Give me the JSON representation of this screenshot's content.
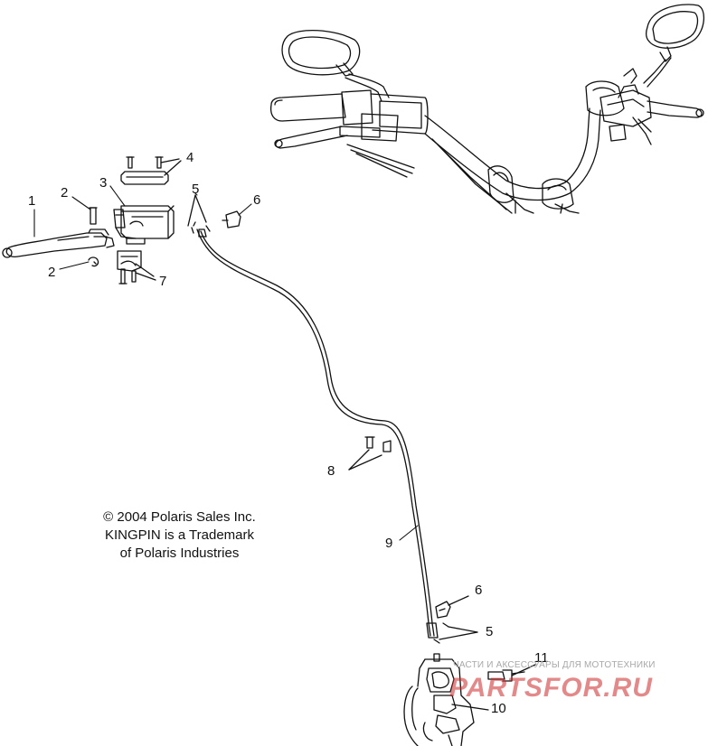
{
  "callouts": {
    "c1": "1",
    "c2a": "2",
    "c2b": "2",
    "c3": "3",
    "c4": "4",
    "c5a": "5",
    "c5b": "5",
    "c6a": "6",
    "c6b": "6",
    "c7": "7",
    "c8": "8",
    "c9": "9",
    "c10": "10",
    "c11": "11"
  },
  "copyright": {
    "line1": "© 2004 Polaris Sales Inc.",
    "line2": "KINGPIN is a Trademark",
    "line3": "of Polaris Industries"
  },
  "watermark": {
    "tagline": "ЧАСТИ И АКСЕССУАРЫ ДЛЯ МОТОТЕХНИКИ",
    "brand": "PARTSFOR.RU",
    "color": "#cd2828"
  },
  "colors": {
    "line": "#111111",
    "background": "#ffffff"
  }
}
